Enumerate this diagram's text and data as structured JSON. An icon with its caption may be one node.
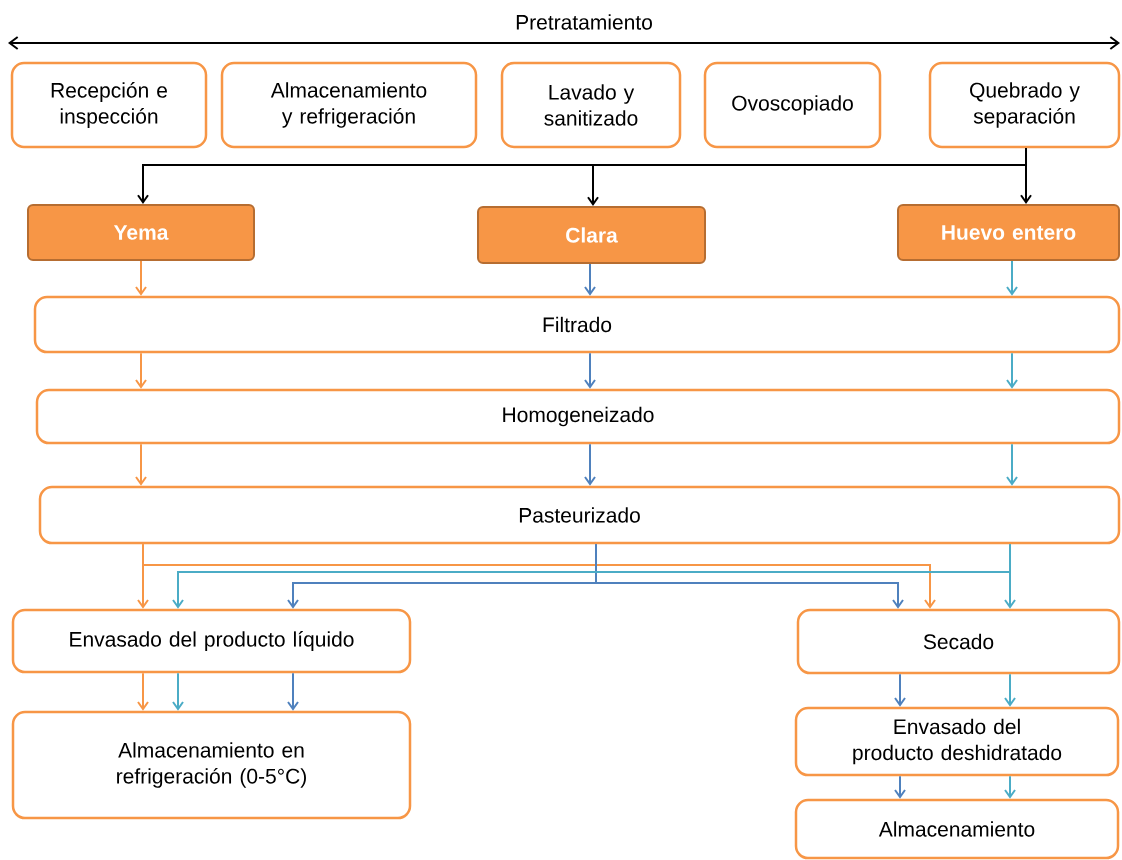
{
  "diagram": {
    "nodes": [
      {
        "text": [
          "Recepción e inspección"
        ]
      },
      {
        "text": [
          "Almacenamiento y refrigeración"
        ]
      },
      {
        "text": [
          "Lavado y sanitizado"
        ]
      },
      {
        "text": [
          "Ovoscopiado"
        ]
      },
      {
        "text": [
          "Quebrado y separación"
        ]
      },
      {
        "text": [
          "Yema"
        ]
      },
      {
        "text": [
          "Clara"
        ]
      },
      {
        "text": [
          "Huevo entero"
        ]
      },
      {
        "text": [
          "Filtrado"
        ]
      },
      {
        "text": [
          "Homogeneizado"
        ]
      },
      {
        "text": [
          "Pasteurizado"
        ]
      },
      {
        "text": [
          "Envasado del producto líquido"
        ]
      },
      {
        "text": [
          "Secado"
        ]
      },
      {
        "text": [
          "Almacenamiento en refrigeración (0-5°C)"
        ]
      },
      {
        "text": [
          "Envasado del producto deshidratado"
        ]
      },
      {
        "text": [
          "Almacenamiento"
        ]
      }
    ],
    "edges": [
      {
        "from": 4,
        "to": 5,
        "arrow": "to",
        "color": "#000000"
      },
      {
        "from": 4,
        "to": 6,
        "arrow": "to",
        "color": "#000000"
      },
      {
        "from": 4,
        "to": 7,
        "arrow": "to",
        "color": "#000000"
      },
      {
        "from": 5,
        "to": 8,
        "arrow": "to",
        "color": "#f79646"
      },
      {
        "from": 6,
        "to": 8,
        "arrow": "to",
        "color": "#4f81bd"
      },
      {
        "from": 7,
        "to": 8,
        "arrow": "to",
        "color": "#4bacc6"
      },
      {
        "from": 8,
        "to": 9,
        "arrow": "to",
        "color": "#f79646"
      },
      {
        "from": 8,
        "to": 9,
        "arrow": "to",
        "color": "#4f81bd"
      },
      {
        "from": 8,
        "to": 9,
        "arrow": "to",
        "color": "#4bacc6"
      },
      {
        "from": 9,
        "to": 10,
        "arrow": "to",
        "color": "#f79646"
      },
      {
        "from": 9,
        "to": 10,
        "arrow": "to",
        "color": "#4f81bd"
      },
      {
        "from": 9,
        "to": 10,
        "arrow": "to",
        "color": "#4bacc6"
      },
      {
        "from": 10,
        "to": 11,
        "arrow": "to",
        "color": "#f79646"
      },
      {
        "from": 10,
        "to": 12,
        "arrow": "to",
        "color": "#f79646"
      },
      {
        "from": 10,
        "to": 11,
        "arrow": "to",
        "color": "#4f81bd"
      },
      {
        "from": 10,
        "to": 12,
        "arrow": "to",
        "color": "#4f81bd"
      },
      {
        "from": 10,
        "to": 11,
        "arrow": "to",
        "color": "#4bacc6"
      },
      {
        "from": 10,
        "to": 12,
        "arrow": "to",
        "color": "#4bacc6"
      },
      {
        "from": 11,
        "to": 13,
        "arrow": "to",
        "color": "#f79646"
      },
      {
        "from": 11,
        "to": 13,
        "arrow": "to",
        "color": "#4bacc6"
      },
      {
        "from": 11,
        "to": 13,
        "arrow": "to",
        "color": "#4f81bd"
      },
      {
        "from": 12,
        "to": 14,
        "arrow": "to",
        "color": "#4f81bd"
      },
      {
        "from": 12,
        "to": 14,
        "arrow": "to",
        "color": "#4bacc6"
      },
      {
        "from": 14,
        "to": 15,
        "arrow": "to",
        "color": "#4f81bd"
      },
      {
        "from": 14,
        "to": 15,
        "arrow": "to",
        "color": "#4bacc6"
      }
    ],
    "labels": [
      "Pretratamiento"
    ]
  }
}
